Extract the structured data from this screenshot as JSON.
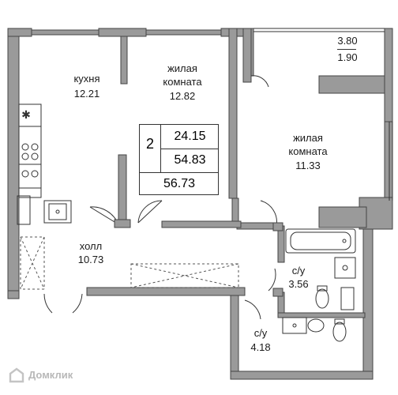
{
  "rooms": [
    {
      "id": "kitchen",
      "name": "кухня",
      "area": "12.21"
    },
    {
      "id": "living1",
      "name_line1": "жилая",
      "name_line2": "комната",
      "area": "12.82"
    },
    {
      "id": "living2",
      "name_line1": "жилая",
      "name_line2": "комната",
      "area": "11.33"
    },
    {
      "id": "hall",
      "name": "холл",
      "area": "10.73"
    },
    {
      "id": "bath1",
      "name": "с/у",
      "area": "3.56"
    },
    {
      "id": "bath2",
      "name": "с/у",
      "area": "4.18"
    }
  ],
  "balcony": {
    "area_top": "3.80",
    "area_bottom": "1.90"
  },
  "summary": {
    "rooms_count": "2",
    "living_area": "24.15",
    "area_no_balcony": "54.83",
    "total_area": "56.73"
  },
  "watermark": {
    "text": "Домклик"
  },
  "colors": {
    "wall": "#9a9a9a",
    "wall_outline": "#444444",
    "line": "#333333",
    "watermark": "#b8b8b8"
  }
}
